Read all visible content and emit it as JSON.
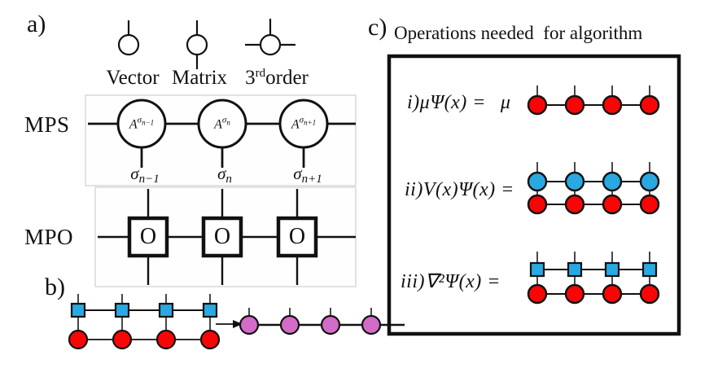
{
  "colors": {
    "node_red": "#F90505",
    "node_blue": "#29A9E1",
    "node_magenta": "#D36BC8",
    "line_black": "#111111",
    "panel_border_gray": "#D9D9D9"
  },
  "panel_a": {
    "label": "a)",
    "legend": {
      "vector_label": "Vector",
      "matrix_label": "Matrix",
      "third_order": {
        "base": "3",
        "sup": "rd",
        "rest": "order"
      }
    },
    "mps": {
      "label": "MPS",
      "tensors": [
        {
          "symbol": "A",
          "sup": "σ",
          "sub": "n−1"
        },
        {
          "symbol": "A",
          "sup": "σ",
          "sub": "n"
        },
        {
          "symbol": "A",
          "sup": "σ",
          "sub": "n+1"
        }
      ],
      "legs": [
        {
          "base": "σ",
          "sub": "n−1"
        },
        {
          "base": "σ",
          "sub": "n"
        },
        {
          "base": "σ",
          "sub": "n+1"
        }
      ]
    },
    "mpo": {
      "label": "MPO",
      "operator_symbol": "O"
    }
  },
  "panel_b": {
    "label": "b)"
  },
  "panel_c": {
    "label": "c)",
    "title": "Operations needed  for algorithm",
    "rows": [
      {
        "formula": "i)μΨ(x) =",
        "scalar": "μ"
      },
      {
        "formula": "ii)V(x)Ψ(x) ="
      },
      {
        "formula": "iii)∇²Ψ(x) ="
      }
    ]
  }
}
